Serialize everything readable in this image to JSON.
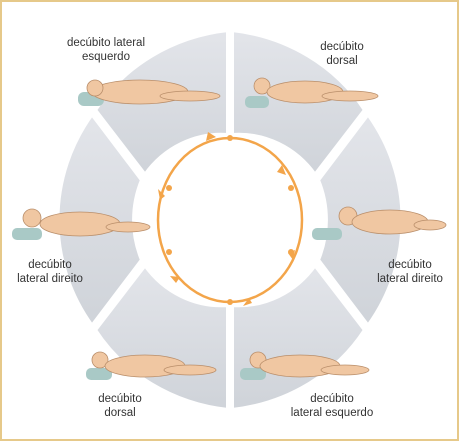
{
  "diagram": {
    "positions": [
      {
        "id": "top-left",
        "line1": "decúbito lateral",
        "line2": "esquerdo"
      },
      {
        "id": "top-right",
        "line1": "decúbito",
        "line2": "dorsal"
      },
      {
        "id": "right",
        "line1": "decúbito",
        "line2": "lateral direito"
      },
      {
        "id": "bottom-right",
        "line1": "decúbito",
        "line2": "lateral esquerdo"
      },
      {
        "id": "bottom-left",
        "line1": "decúbito",
        "line2": "dorsal"
      },
      {
        "id": "left",
        "line1": "decúbito",
        "line2": "lateral direito"
      }
    ],
    "colors": {
      "frame": "#e6c98a",
      "segment": "#d8dbe0",
      "segment_stroke": "#ffffff",
      "arrow": "#f3a54a",
      "skin": "#f0c7a2",
      "pillow": "#a9c9c6"
    },
    "icons": [
      "cycle-arrows",
      "body-figure",
      "pillow"
    ]
  }
}
